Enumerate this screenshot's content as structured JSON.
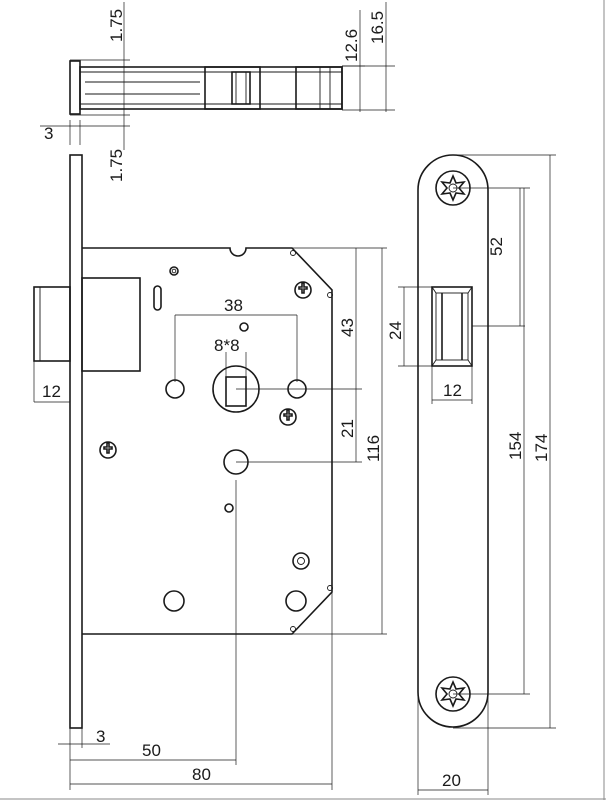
{
  "dimensions": {
    "top_1_75_upper": "1.75",
    "top_3": "3",
    "top_1_75_lower": "1.75",
    "top_12_6": "12.6",
    "top_16_5": "16.5",
    "spindle_38": "38",
    "spindle_8x8": "8*8",
    "height_43": "43",
    "height_21": "21",
    "height_116": "116",
    "latch_12": "12",
    "bottom_3": "3",
    "backset_50": "50",
    "width_80": "80",
    "strike_52": "52",
    "strike_24": "24",
    "strike_12": "12",
    "strike_154": "154",
    "strike_174": "174",
    "strike_20": "20"
  },
  "colors": {
    "line": "#1a1a1a",
    "background": "#ffffff"
  }
}
